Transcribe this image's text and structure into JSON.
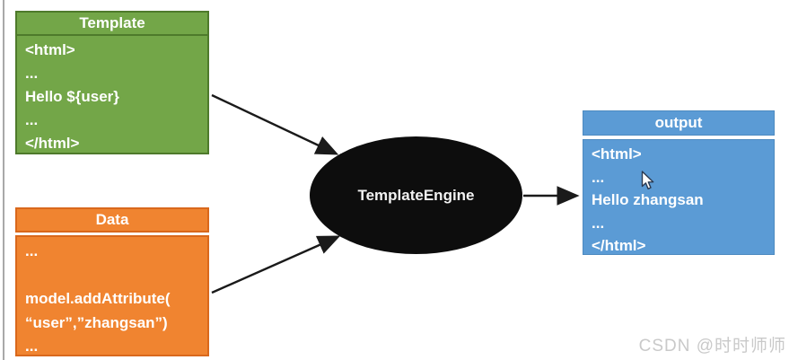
{
  "colors": {
    "green_fill": "#73a648",
    "green_border": "#4e7a2b",
    "orange_fill": "#f08430",
    "orange_border": "#d9681c",
    "blue_fill": "#5b9bd5",
    "blue_border": "#4d8ac0",
    "engine_fill": "#0d0d0d",
    "text": "#ffffff",
    "arrow": "#1a1a1a",
    "watermark": "#c9c9c9"
  },
  "template_box": {
    "title": "Template",
    "lines": [
      "<html>",
      "...",
      "Hello ${user}",
      "...",
      "</html>"
    ]
  },
  "data_box": {
    "title": "Data",
    "lines": [
      "...",
      "",
      "model.addAttribute(",
      "“user”,”zhangsan”)",
      "..."
    ]
  },
  "engine": {
    "label": "TemplateEngine"
  },
  "output_box": {
    "title": "output",
    "lines": [
      "<html>",
      "...",
      "Hello zhangsan",
      "...",
      "</html>"
    ]
  },
  "watermark": "CSDN @时时师师"
}
